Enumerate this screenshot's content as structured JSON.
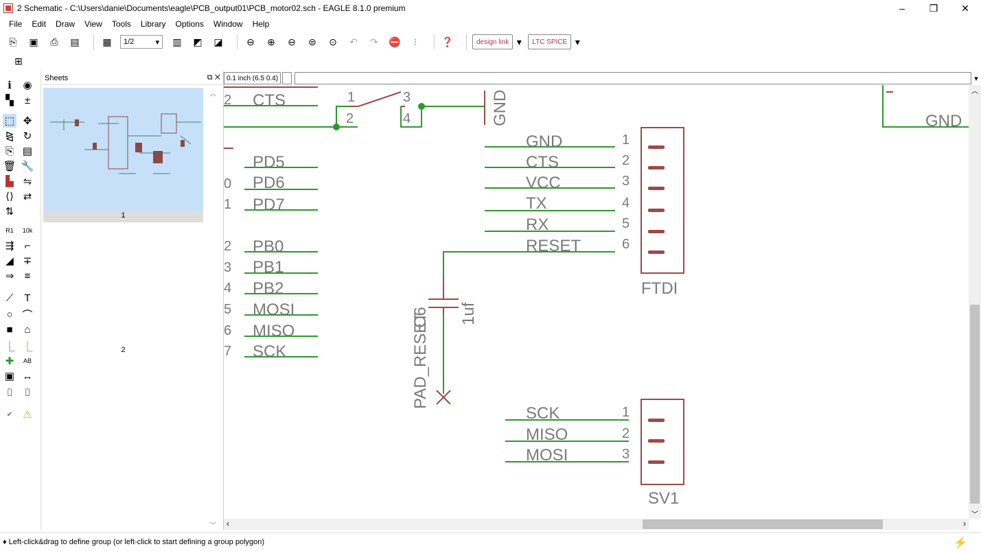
{
  "window": {
    "title": "2 Schematic - C:\\Users\\danie\\Documents\\eagle\\PCB_output01\\PCB_motor02.sch - EAGLE 8.1.0 premium",
    "minimize": "–",
    "maximize": "❐",
    "close": "✕"
  },
  "menu": [
    "File",
    "Edit",
    "Draw",
    "View",
    "Tools",
    "Library",
    "Options",
    "Window",
    "Help"
  ],
  "toolbar": {
    "sheet_select": "1/2",
    "designlink": "design link",
    "ltspice": "LTC SPICE"
  },
  "sheets_panel": {
    "title": "Sheets",
    "sheet1_label": "1",
    "sheet2_label": "2"
  },
  "command": {
    "grid_label": "0.1 inch (6.5 0.4)",
    "input_value": ""
  },
  "schematic": {
    "left_nets": [
      "CTS",
      "PD5",
      "PD6",
      "PD7",
      "PB0",
      "PB1",
      "PB2",
      "MOSI",
      "MISO",
      "SCK"
    ],
    "left_pin_nums": [
      "2",
      "0",
      "1",
      "2",
      "3",
      "4",
      "5",
      "6",
      "7"
    ],
    "switch_pins": [
      "1",
      "2",
      "3",
      "4"
    ],
    "gnd_label": "GND",
    "gnd_right": "GND",
    "ftdi": {
      "name": "FTDI",
      "pins": [
        {
          "num": "1",
          "net": "GND"
        },
        {
          "num": "2",
          "net": "CTS"
        },
        {
          "num": "3",
          "net": "VCC"
        },
        {
          "num": "4",
          "net": "TX"
        },
        {
          "num": "5",
          "net": "RX"
        },
        {
          "num": "6",
          "net": "RESET"
        }
      ]
    },
    "capacitor": {
      "name": "C6",
      "value": "1uf",
      "net": "PAD_RESET"
    },
    "sv1": {
      "name": "SV1",
      "pins": [
        {
          "num": "1",
          "net": "SCK"
        },
        {
          "num": "2",
          "net": "MISO"
        },
        {
          "num": "3",
          "net": "MOSI"
        }
      ]
    }
  },
  "status": {
    "message": "♦ Left-click&drag to define group (or left-click to start defining a group polygon)"
  }
}
